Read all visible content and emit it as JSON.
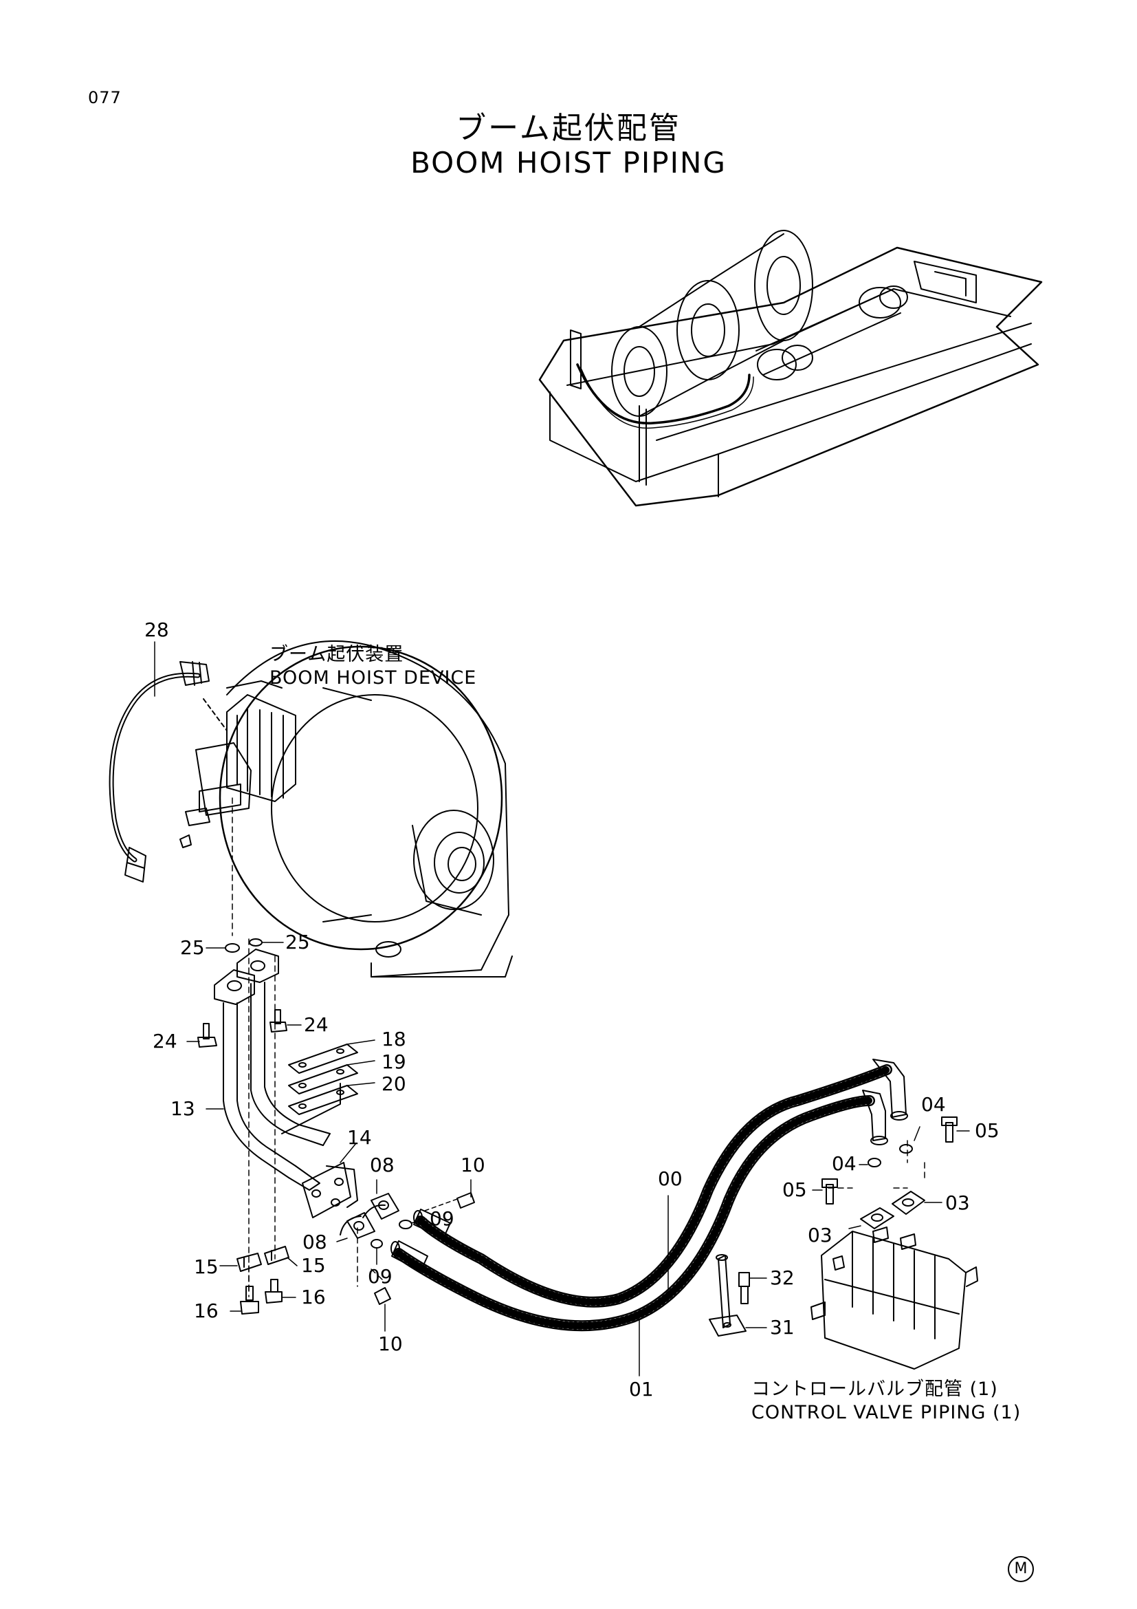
{
  "page_number": "077",
  "title_jp": "ブーム起伏配管",
  "title_en": "BOOM HOIST PIPING",
  "captions": {
    "device_jp": "ブーム起伏装置",
    "device_en": "BOOM HOIST DEVICE",
    "valve_jp": "コントロールバルブ配管 (1)",
    "valve_en": "CONTROL VALVE PIPING (1)"
  },
  "callouts": [
    "28",
    "25",
    "25",
    "24",
    "24",
    "18",
    "19",
    "20",
    "13",
    "14",
    "08",
    "10",
    "09",
    "08",
    "09",
    "10",
    "15",
    "15",
    "16",
    "16",
    "00",
    "01",
    "04",
    "05",
    "04",
    "05",
    "03",
    "03",
    "32",
    "31"
  ],
  "corner_mark": "M"
}
